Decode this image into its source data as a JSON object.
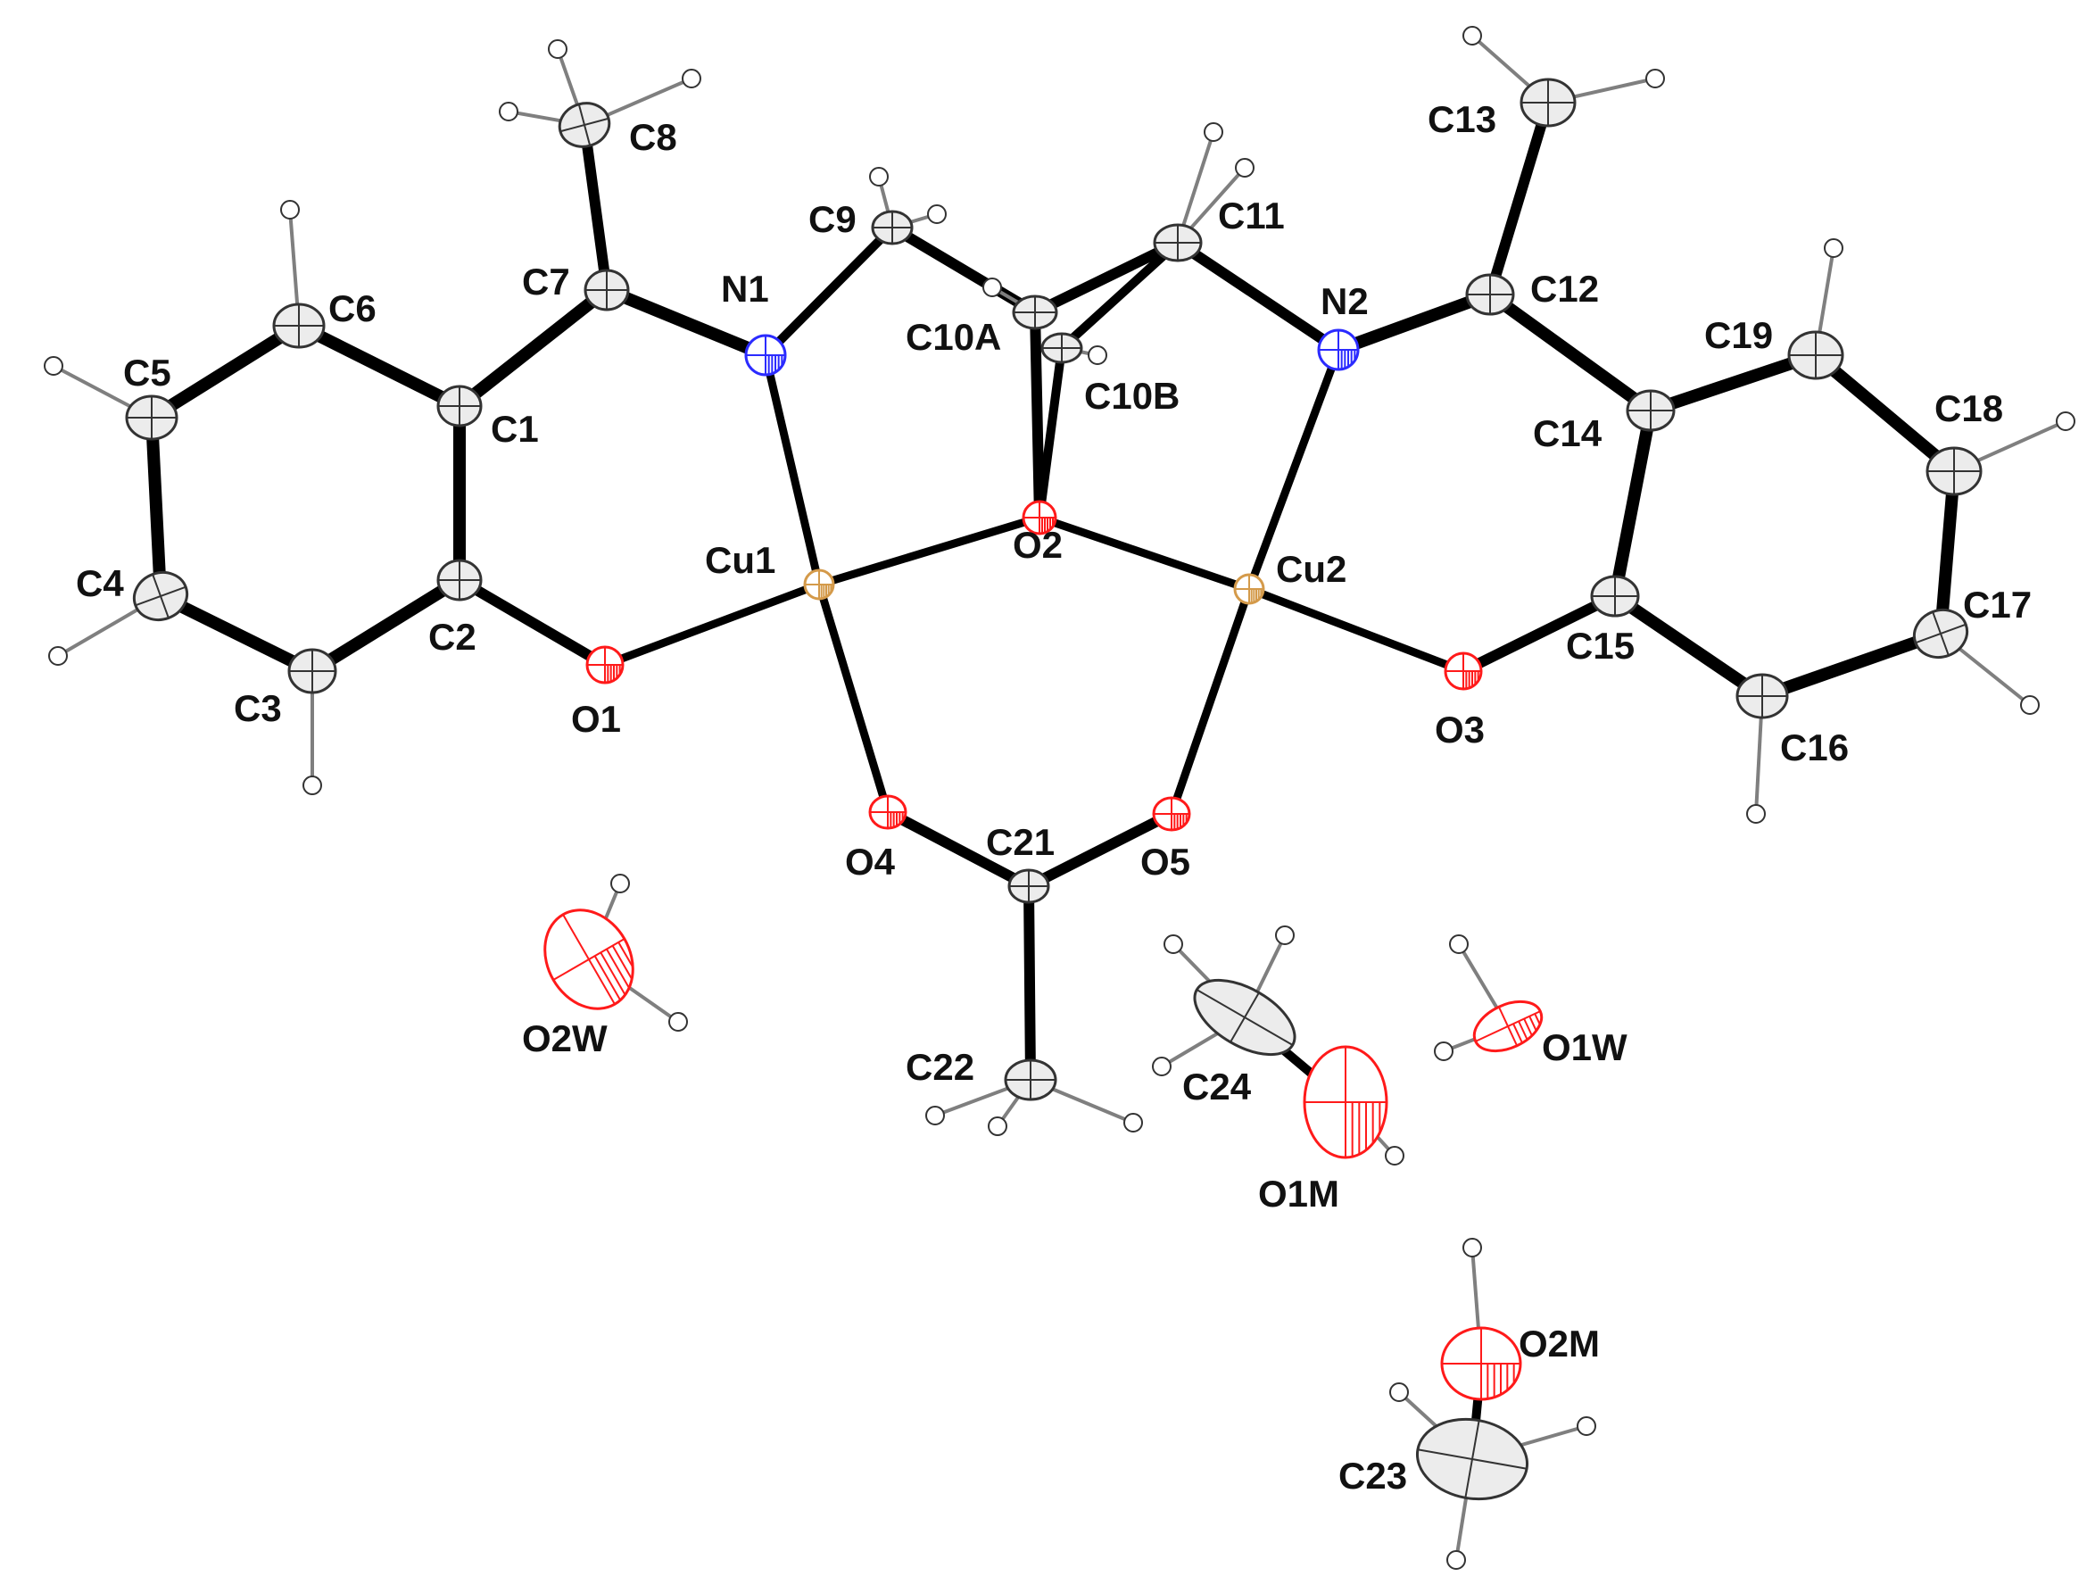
{
  "colors": {
    "bond": "#000000",
    "hbond": "#7f7f7f",
    "carbon_fill": "#ececec",
    "carbon_stroke": "#333333",
    "nitrogen": "#2b2bff",
    "oxygen": "#ff1a1a",
    "copper": "#d49a4a",
    "label": "#111111"
  },
  "labels": {
    "C1": "C1",
    "C2": "C2",
    "C3": "C3",
    "C4": "C4",
    "C5": "C5",
    "C6": "C6",
    "C7": "C7",
    "C8": "C8",
    "C9": "C9",
    "C10A": "C10A",
    "C10B": "C10B",
    "C11": "C11",
    "C12": "C12",
    "C13": "C13",
    "C14": "C14",
    "C15": "C15",
    "C16": "C16",
    "C17": "C17",
    "C18": "C18",
    "C19": "C19",
    "C21": "C21",
    "C22": "C22",
    "C23": "C23",
    "C24": "C24",
    "N1": "N1",
    "N2": "N2",
    "O1": "O1",
    "O2": "O2",
    "O3": "O3",
    "O4": "O4",
    "O5": "O5",
    "O1W": "O1W",
    "O2W": "O2W",
    "O1M": "O1M",
    "O2M": "O2M",
    "Cu1": "Cu1",
    "Cu2": "Cu2"
  }
}
